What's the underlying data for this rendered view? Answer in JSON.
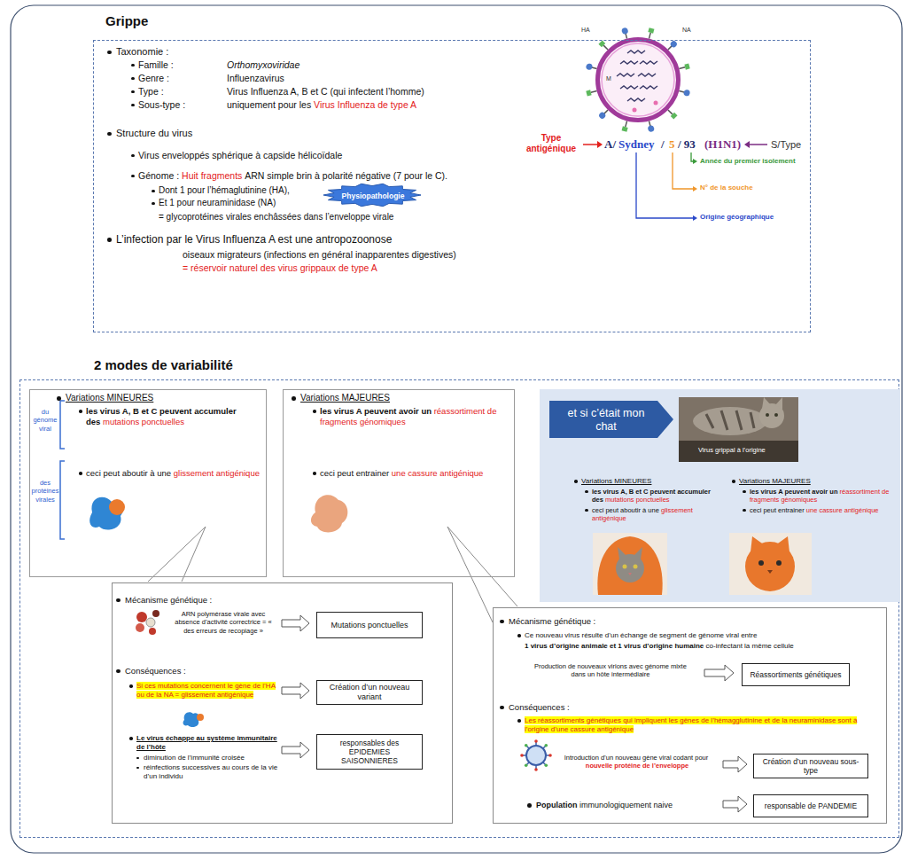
{
  "diagram": {
    "nodes": [
      {
        "text": [
          "Grippe",
          "Taxonomie :",
          "Famille :",
          "Orthomyxoviridae",
          "Genre :",
          "Influenzavirus",
          "Type :",
          "Virus Influenza A, B et C (qui infectent l’homme)",
          "Sous-type :",
          "uniquement pour les",
          "Virus Influenza de type A",
          "Structure du virus",
          "Virus enveloppés sphérique à capside hélicoïdale",
          "Génome :",
          "Huit fragments",
          "ARN simple brin à polarité négative (7 pour le C).",
          "Dont 1 pour l’hémaglutinine (HA),",
          "Et 1 pour neuraminidase (NA)",
          "= glycoprotéines virales enchâssées dans l’enveloppe virale",
          "L’infection par le Virus Influenza A est une antropozoonose",
          "oiseaux migrateurs (infections en général inapparentes digestives)",
          "= réservoir naturel des virus grippaux de type A"
        ]
      },
      {
        "text": [
          "Physiopathologie"
        ],
        "in": 0
      },
      {
        "text": [
          "2 modes de variabilité"
        ]
      },
      {
        "text": [
          "Variations MINEURES",
          "les virus A, B et C peuvent accumuler des",
          "mutations ponctuelles",
          "ceci peut aboutir à une",
          "glissement antigénique",
          "du génome viral",
          "des protéines virales"
        ],
        "in": 2
      },
      {
        "text": [
          "Variations MAJEURES",
          "les virus A peuvent avoir un",
          "réassortiment de fragments génomiques",
          "ceci peut entrainer",
          "une cassure antigénique"
        ],
        "in": 2
      },
      {
        "text": [
          "Variations MINEURES",
          "les virus A, B et C peuvent accumuler des",
          "mutations ponctuelles",
          "ceci peut aboutir à une",
          "glissement antigénique",
          "Variations MAJEURES",
          "les virus A peuvent avoir un",
          "réassortiment de fragments génomiques",
          "ceci peut entrainer",
          "une cassure antigénique"
        ],
        "in": 2
      },
      {
        "text": [
          "et si c’était mon chat"
        ],
        "in": 5
      },
      {
        "text": [
          "Mécanisme génétique :",
          "ARN polymérase virale avec absence d’activité correctrice = « des erreurs de recopiage »",
          "Conséquences :",
          "Si ces mutations concernent le gène de l’HA ou de la NA = glissement antigénique",
          "Le virus échappe au système immunitaire de l’hôte",
          "diminution de l’immunité croisée",
          "réinfections successives au cours de la vie d’un individu"
        ],
        "in": 2
      },
      {
        "text": [
          "Mutations ponctuelles"
        ],
        "in": 7
      },
      {
        "text": [
          "Création d’un nouveau variant"
        ],
        "in": 7
      },
      {
        "text": [
          "responsables des EPIDEMIES SAISONNIERES"
        ],
        "in": 7
      },
      {
        "text": [
          "Mécanisme génétique :",
          "Ce nouveau virus résulte d’un échange de segment de génome viral entre",
          "1 virus d’origine animale et 1 virus d’origine humaine",
          "co-infectant la même cellule",
          "Production de nouveaux virions avec génome mixte dans un hôte intermédiaire",
          "Conséquences :",
          "Les réassortiments génétiques qui impliquent les gènes de l’hémagglutinine et de la neuraminidase sont à l’origine d’une cassure antigénique",
          "Introduction d’un nouveau gène viral codant pour",
          "nouvelle protéine de l’enveloppe",
          "Population",
          "immunologiquement naive"
        ],
        "in": 2
      },
      {
        "text": [
          "Réassortiments génétiques"
        ],
        "in": 11
      },
      {
        "text": [
          "Création d’un nouveau sous-type"
        ],
        "in": 11
      },
      {
        "text": [
          "responsable de PANDEMIE"
        ],
        "in": 11
      }
    ],
    "labels": [
      "HA",
      "NA",
      "M",
      "Type antigénique",
      "A/",
      "Sydney",
      "/",
      "5",
      "/ 93",
      "(H1N1)",
      "S/Type",
      "Année du premier isolement",
      "N° de la souche",
      "Origine géographique",
      "Virus grippal à l’origine"
    ]
  }
}
